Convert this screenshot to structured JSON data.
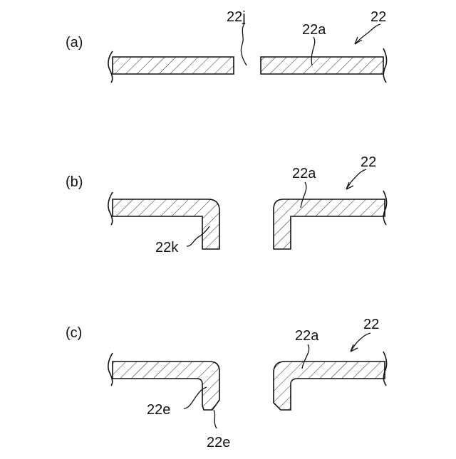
{
  "figure": {
    "panels": [
      {
        "id": "a",
        "panel_label": "(a)",
        "labels": {
          "gap": "22j",
          "part": "22a",
          "assembly": "22"
        }
      },
      {
        "id": "b",
        "panel_label": "(b)",
        "labels": {
          "flange": "22k",
          "part": "22a",
          "assembly": "22"
        }
      },
      {
        "id": "c",
        "panel_label": "(c)",
        "labels": {
          "edge_upper": "22e",
          "edge_lower": "22e",
          "part": "22a",
          "assembly": "22"
        }
      }
    ],
    "colors": {
      "line": "#111111",
      "background": "#ffffff"
    }
  }
}
